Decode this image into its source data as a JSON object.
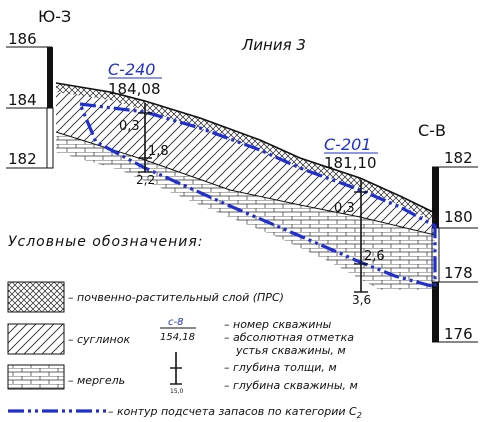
{
  "direction_left": "Ю-З",
  "direction_right": "С-В",
  "line_title": "Линия 3",
  "scale_left": [
    "186",
    "184",
    "182"
  ],
  "scale_right": [
    "182",
    "180",
    "178",
    "176"
  ],
  "boreholes": [
    {
      "id": "С-240",
      "elevation": "184,08",
      "top_depth": "0,3",
      "mid_depth": "1,8",
      "total_depth": "2,2"
    },
    {
      "id": "С-201",
      "elevation": "181,10",
      "top_depth": "0,3",
      "mid_depth": "2,6",
      "total_depth": "3,6"
    }
  ],
  "legend": {
    "title": "Условные обозначения:",
    "items": [
      {
        "pattern": "crosshatch",
        "label": "почвенно-растительный слой (ПРС)"
      },
      {
        "pattern": "diagonal",
        "label": "суглинок"
      },
      {
        "pattern": "brick",
        "label": "мергель"
      }
    ],
    "borehole_sample": {
      "id": "с-8",
      "elevation": "154,18"
    },
    "borehole_labels": [
      "номер скважины",
      "абсолютная отметка",
      "устья скважины, м"
    ],
    "depth_sample": {
      "value": "15,0"
    },
    "depth_labels": [
      "глубина толщи, м",
      "глубина скважины, м"
    ],
    "contour_label": "контур подсчета запасов по категории С",
    "contour_subscript": "2"
  },
  "colors": {
    "ink": "#111111",
    "contour": "#1f2fd6"
  }
}
